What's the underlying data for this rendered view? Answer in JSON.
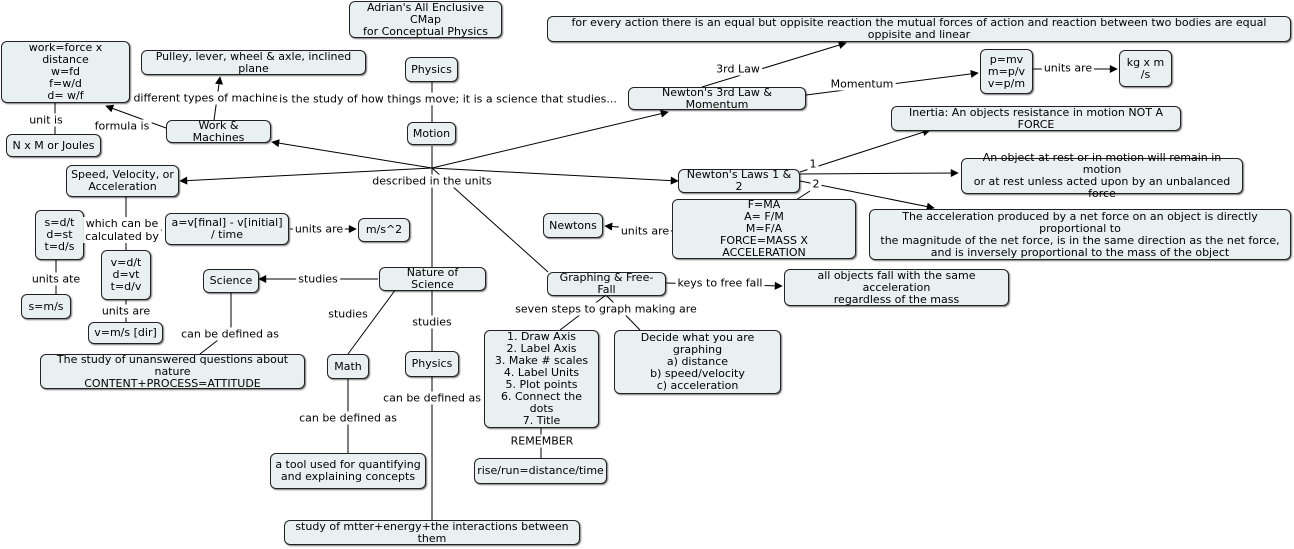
{
  "title_node": "Adrian's All Enclusive CMap\nfor Conceptual Physics",
  "nodes": {
    "work_formula": "work=force x distance\nw=fd\nf=w/d\nd= w/f",
    "n_x_m": "N x M or Joules",
    "machines": "Pulley, lever, wheel & axle, inclined plane",
    "work_machines": "Work & Machines",
    "physics_top": "Physics",
    "motion": "Motion",
    "newton3": "Newton's 3rd Law & Momentum",
    "action_reaction": "for every action there is an equal but oppisite reaction the mutual forces of action and reaction between two bodies are equal oppisite and linear",
    "momentum_formula": "p=mv\nm=p/v\nv=p/m",
    "kgxm": "kg x m\n/s",
    "inertia": "Inertia: An objects resistance in motion NOT A FORCE",
    "first_law": "An object at rest or in motion will remain in motion\nor at rest unless acted upon by an unbalanced force",
    "speed": "Speed, Velocity, or\nAcceleration",
    "newton12": "Newton's Laws 1 & 2",
    "fma": "F=MA\nA= F/M\nM=F/A\nFORCE=MASS X ACCELERATION",
    "newtons": "Newtons",
    "second_law": "The acceleration produced by a net force  on an object is directly proportional to\nthe magnitude of the net force, is in the same direction as the net force,\nand is inversely proportional to the mass of the object",
    "sdt": "s=d/t\nd=st\nt=d/s",
    "accel_formula": "a=v[final] - v[initial]\n/ time",
    "ms2": "m/s^2",
    "vdt": "v=d/t\nd=vt\nt=d/v",
    "sms": "s=m/s",
    "vms": "v=m/s [dir]",
    "science": "Science",
    "nature": "Nature of Science",
    "graphing": "Graphing & Free-Fall",
    "free_fall": "all objects fall with the same acceleration\nregardless of the mass",
    "unanswered": "The study of unanswered questions about nature\nCONTENT+PROCESS=ATTITUDE",
    "math": "Math",
    "physics_mid": "Physics",
    "steps": "1. Draw Axis\n2. Label Axis\n3. Make # scales\n4. Label Units\n5. Plot points\n6. Connect the dots\n7. Title",
    "decide": "Decide what you are graphing\na) distance\nb) speed/velocity\nc) acceleration",
    "rise_run": "rise/run=distance/time",
    "tool": "a tool used for quantifying\nand explaining concepts",
    "matter": "study of mtter+energy+the interactions between them"
  },
  "links": {
    "different_types": "different types of machines",
    "is_study": "is the study of how things move; it is a science that studies...",
    "unit_is": "unit is",
    "formula_is": "formula is",
    "third_law": "3rd Law",
    "momentum": "Momentum",
    "units_are_1": "units are",
    "one": "1",
    "two": "2",
    "described": "described in the units",
    "units_are_2": "units are",
    "which_can_be": "which can be\ncalculated by",
    "units_are_3": "units are",
    "units_ate": "units ate",
    "units_are_4": "units are",
    "studies_1": "studies",
    "keys_free_fall": "keys to free fall",
    "seven_steps": "seven steps to graph making are",
    "studies_2": "studies",
    "studies_3": "studies",
    "can_defined_1": "can be defined as",
    "can_defined_2": "can be defined as",
    "can_defined_3": "can be defined as",
    "remember": "REMEMBER"
  },
  "colors": {
    "node_fill": "#e9f0f2",
    "node_border": "#222222",
    "line": "#000000"
  }
}
